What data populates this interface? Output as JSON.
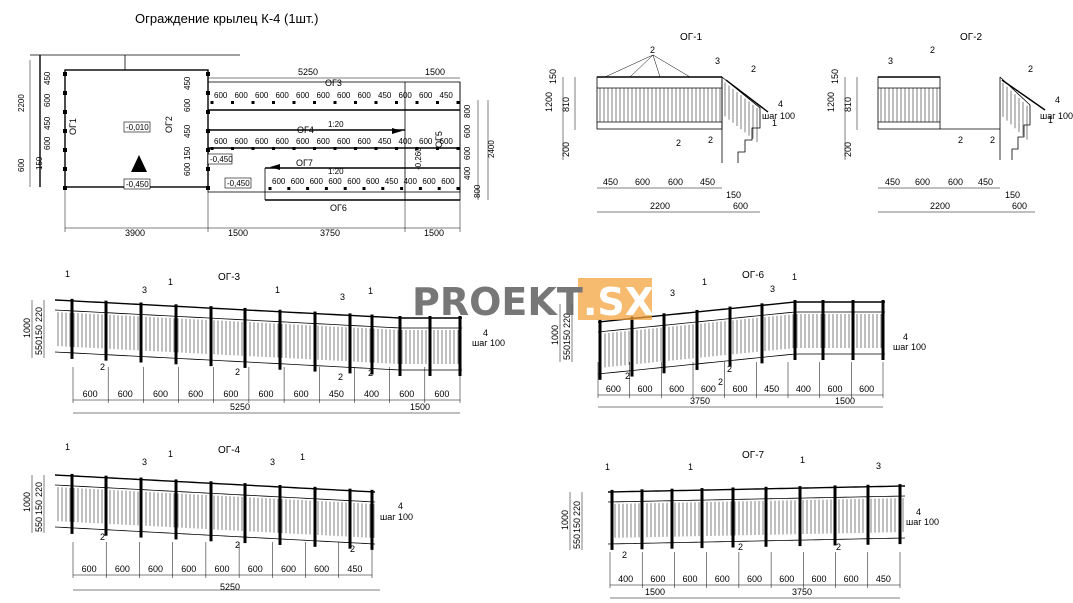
{
  "title": "Ограждение крылец К-4 (1шт.)",
  "watermark": {
    "part1": "PROEKT",
    "part2": ".SX"
  },
  "plan": {
    "top_dims": [
      "5250",
      "1500"
    ],
    "left_dims": [
      "2200",
      "450",
      "600",
      "450",
      "600",
      "150",
      "600",
      "450",
      "600",
      "450",
      "150",
      "600"
    ],
    "row1": [
      "600",
      "600",
      "600",
      "600",
      "600",
      "600",
      "600",
      "600",
      "450",
      "600",
      "600",
      "450"
    ],
    "row2": [
      "600",
      "600",
      "600",
      "600",
      "600",
      "600",
      "600",
      "600",
      "450",
      "400",
      "600",
      "600"
    ],
    "row3": [
      "600",
      "600",
      "600",
      "600",
      "600",
      "600",
      "450",
      "400",
      "600",
      "600"
    ],
    "bottom_dims": [
      "3900",
      "1500",
      "3750",
      "1500"
    ],
    "right_dims": [
      "800",
      "600",
      "600",
      "400",
      "800",
      "2400"
    ],
    "labels": {
      "og1": "ОГ1",
      "og2": "ОГ2",
      "og3": "ОГ3",
      "og4": "ОГ4",
      "og5": "ОГ5",
      "og6": "ОГ6",
      "og7": "ОГ7"
    },
    "slope1": "1:20",
    "slope2": "1:20",
    "levels": {
      "l1": "-0,010",
      "l2": "-0,450",
      "l3": "-0,450",
      "l4": "-0,450",
      "l5": "-0,260"
    }
  },
  "og1": {
    "title": "ОГ-1",
    "left_dims": [
      "1200",
      "150",
      "810",
      "200"
    ],
    "dims": [
      "450",
      "600",
      "600",
      "450"
    ],
    "total": "2200",
    "stair": "600",
    "h150": "150",
    "step": "шаг 100",
    "marks": {
      "m2": "2",
      "m3": "3",
      "m4": "4",
      "m1": "1"
    }
  },
  "og2": {
    "title": "ОГ-2",
    "left_dims": [
      "1200",
      "150",
      "810",
      "200"
    ],
    "dims": [
      "450",
      "600",
      "600",
      "450"
    ],
    "total": "2200",
    "stair": "600",
    "h150": "150",
    "step": "шаг 100",
    "marks": {
      "m2": "2",
      "m3": "3",
      "m4": "4",
      "m1": "1"
    }
  },
  "og3": {
    "title": "ОГ-3",
    "left_dims": [
      "1000",
      "220",
      "150",
      "550"
    ],
    "dims": [
      "600",
      "600",
      "600",
      "600",
      "600",
      "600",
      "600",
      "450",
      "400",
      "600",
      "600"
    ],
    "total1": "5250",
    "total2": "1500",
    "step": "шаг 100",
    "marks": {
      "m1": "1",
      "m2": "2",
      "m3": "3",
      "m4": "4"
    }
  },
  "og6": {
    "title": "ОГ-6",
    "left_dims": [
      "1000",
      "220",
      "150",
      "550"
    ],
    "dims": [
      "600",
      "600",
      "600",
      "600",
      "600",
      "450",
      "400",
      "600",
      "600"
    ],
    "total1": "3750",
    "total2": "1500",
    "step": "шаг 100",
    "marks": {
      "m1": "1",
      "m2": "2",
      "m3": "3",
      "m4": "4"
    }
  },
  "og4": {
    "title": "ОГ-4",
    "left_dims": [
      "1000",
      "220",
      "150",
      "550"
    ],
    "dims": [
      "600",
      "600",
      "600",
      "600",
      "600",
      "600",
      "600",
      "600",
      "450"
    ],
    "total1": "5250",
    "step": "шаг 100",
    "marks": {
      "m1": "1",
      "m2": "2",
      "m3": "3",
      "m4": "4"
    }
  },
  "og7": {
    "title": "ОГ-7",
    "left_dims": [
      "1000",
      "220",
      "150",
      "550"
    ],
    "dims": [
      "400",
      "600",
      "600",
      "600",
      "600",
      "600",
      "600",
      "600",
      "450"
    ],
    "total1": "1500",
    "total2": "3750",
    "step": "шаг 100",
    "marks": {
      "m1": "1",
      "m2": "2",
      "m3": "3",
      "m4": "4"
    }
  }
}
